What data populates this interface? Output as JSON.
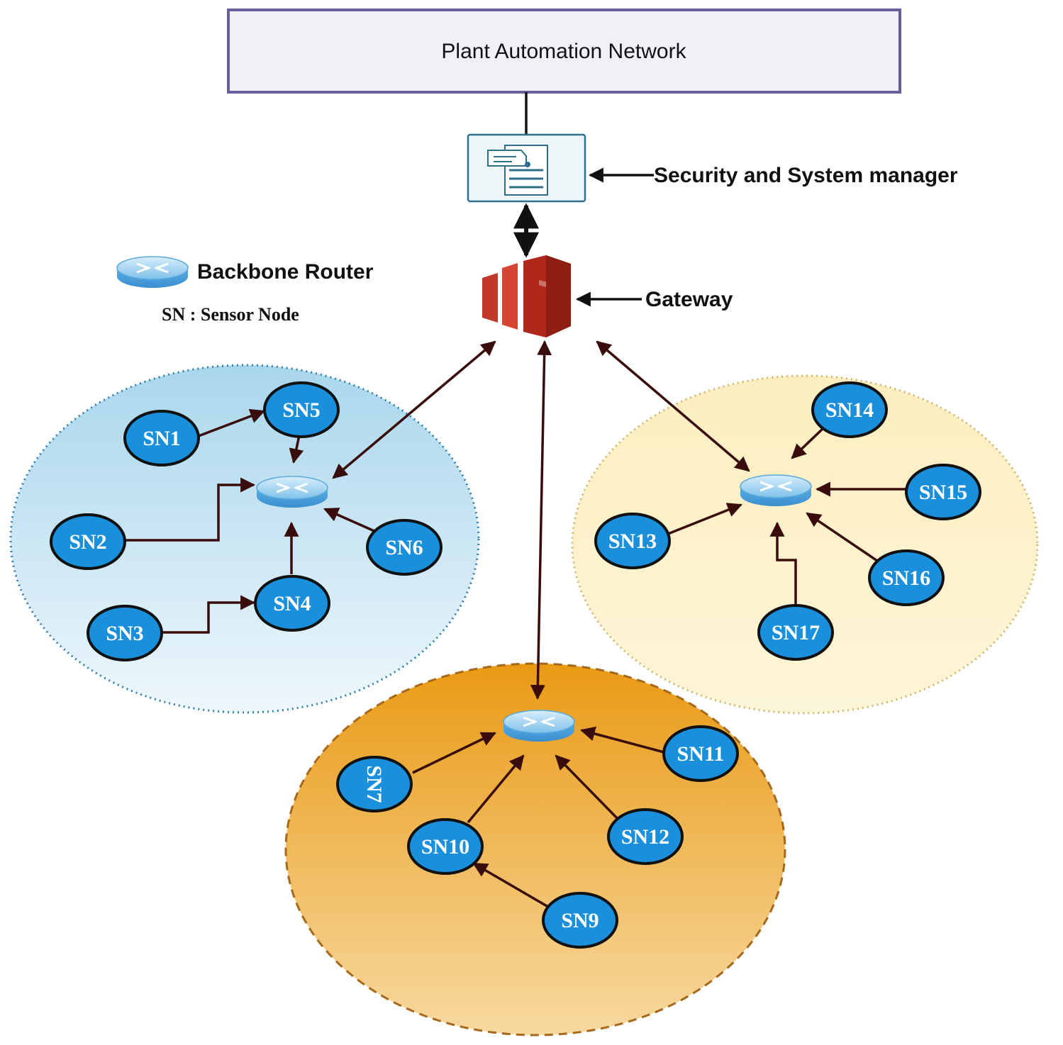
{
  "network": {
    "title": "Plant Automation Network"
  },
  "manager": {
    "label": "Security and System manager",
    "icon": "server-document-icon"
  },
  "gateway": {
    "label": "Gateway",
    "icon": "gateway-icon",
    "color": "#c0392b"
  },
  "legend": {
    "router_label": "Backbone Router",
    "sn_label": "SN : Sensor Node",
    "router_icon": "router-icon"
  },
  "colors": {
    "node_fill": "#1a8fdb",
    "cluster_left": "#bfe0f0",
    "cluster_right": "#fdf1c8",
    "cluster_bottom": "#eda21f",
    "connector": "#3a0d0d"
  },
  "clusters": [
    {
      "id": "left",
      "nodes": [
        {
          "id": "sn1",
          "label": "SN1"
        },
        {
          "id": "sn2",
          "label": "SN2"
        },
        {
          "id": "sn3",
          "label": "SN3"
        },
        {
          "id": "sn4",
          "label": "SN4"
        },
        {
          "id": "sn5",
          "label": "SN5"
        },
        {
          "id": "sn6",
          "label": "SN6"
        }
      ]
    },
    {
      "id": "right",
      "nodes": [
        {
          "id": "sn13",
          "label": "SN13"
        },
        {
          "id": "sn14",
          "label": "SN14"
        },
        {
          "id": "sn15",
          "label": "SN15"
        },
        {
          "id": "sn16",
          "label": "SN16"
        },
        {
          "id": "sn17",
          "label": "SN17"
        }
      ]
    },
    {
      "id": "bottom",
      "nodes": [
        {
          "id": "sn7",
          "label": "SN7"
        },
        {
          "id": "sn9",
          "label": "SN9"
        },
        {
          "id": "sn10",
          "label": "SN10"
        },
        {
          "id": "sn11",
          "label": "SN11"
        },
        {
          "id": "sn12",
          "label": "SN12"
        }
      ]
    }
  ]
}
